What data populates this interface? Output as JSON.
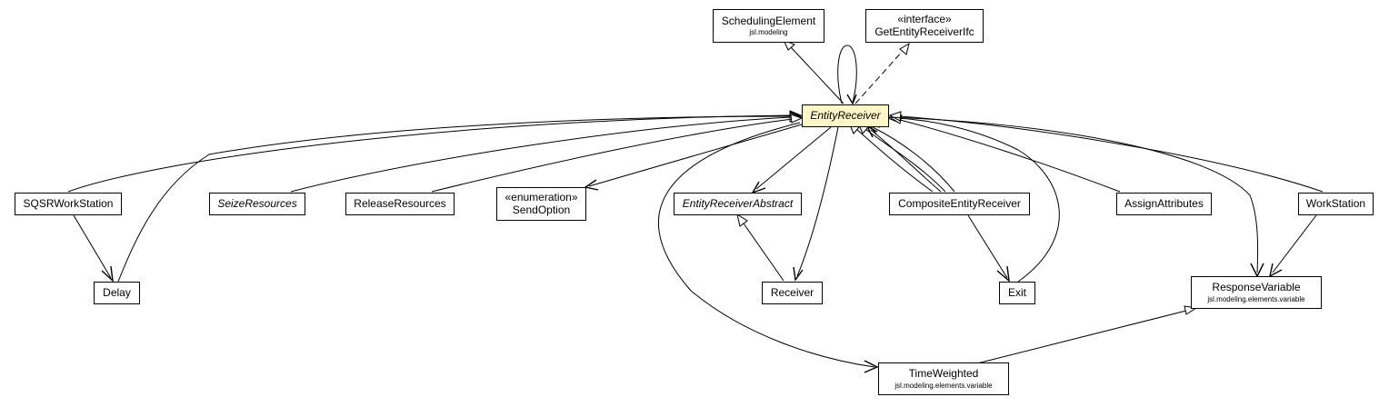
{
  "nodes": {
    "scheduling_element": {
      "name": "SchedulingElement",
      "package": "jsl.modeling"
    },
    "get_entity_receiver_ifc": {
      "stereotype": "«interface»",
      "name": "GetEntityReceiverIfc"
    },
    "entity_receiver": {
      "name": "EntityReceiver"
    },
    "sqsr_work_station": {
      "name": "SQSRWorkStation"
    },
    "seize_resources": {
      "name": "SeizeResources"
    },
    "release_resources": {
      "name": "ReleaseResources"
    },
    "send_option": {
      "stereotype": "«enumeration»",
      "name": "SendOption"
    },
    "entity_receiver_abstract": {
      "name": "EntityReceiverAbstract"
    },
    "composite_entity_receiver": {
      "name": "CompositeEntityReceiver"
    },
    "assign_attributes": {
      "name": "AssignAttributes"
    },
    "work_station": {
      "name": "WorkStation"
    },
    "delay": {
      "name": "Delay"
    },
    "receiver": {
      "name": "Receiver"
    },
    "exit": {
      "name": "Exit"
    },
    "response_variable": {
      "name": "ResponseVariable",
      "package": "jsl.modeling.elements.variable"
    },
    "time_weighted": {
      "name": "TimeWeighted",
      "package": "jsl.modeling.elements.variable"
    }
  }
}
